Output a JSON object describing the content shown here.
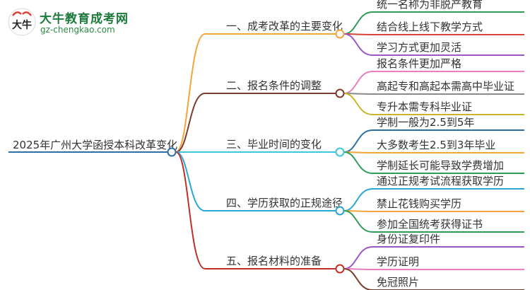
{
  "brand": {
    "title": "大牛教育成考网",
    "url": "gz-chengkao.com",
    "mark": "大牛"
  },
  "root": {
    "label": "2025年广州大学函授本科改革变化",
    "color": "#2f6fa8"
  },
  "branches": [
    {
      "label": "一、成考改革的主要变化",
      "color": "#f3a43a",
      "children": [
        {
          "label": "统一名称为非脱产教育",
          "color": "#2e9e57"
        },
        {
          "label": "结合线上线下教学方式",
          "color": "#d9443a"
        },
        {
          "label": "学习方式更加灵活",
          "color": "#9b57c7"
        }
      ]
    },
    {
      "label": "二、报名条件的调整",
      "color": "#7a3d2d",
      "children": [
        {
          "label": "报名条件更加严格",
          "color": "#e87fbf"
        },
        {
          "label": "高起专和高起本需高中毕业证",
          "color": "#8a8a8a"
        },
        {
          "label": "专升本需专科毕业证",
          "color": "#c9b52a"
        }
      ]
    },
    {
      "label": "三、毕业时间的变化",
      "color": "#3fc7d9",
      "children": [
        {
          "label": "学制一般为2.5到5年",
          "color": "#2f6fa8"
        },
        {
          "label": "大多数考生2.5到3年毕业",
          "color": "#f3a43a"
        },
        {
          "label": "学制延长可能导致学费增加",
          "color": "#2e9e57"
        }
      ]
    },
    {
      "label": "四、学历获取的正规途径",
      "color": "#2aa7d6",
      "children": [
        {
          "label": "通过正规考试流程获取学历",
          "color": "#2aa7d6"
        },
        {
          "label": "禁止花钱购买学历",
          "color": "#f3a43a"
        },
        {
          "label": "参加全国统考获得证书",
          "color": "#2e9e57"
        }
      ]
    },
    {
      "label": "五、报名材料的准备",
      "color": "#c0302b",
      "children": [
        {
          "label": "身份证复印件",
          "color": "#9b57c7"
        },
        {
          "label": "学历证明",
          "color": "#e87fbf"
        },
        {
          "label": "免冠照片",
          "color": "#7a3d2d"
        }
      ]
    }
  ]
}
